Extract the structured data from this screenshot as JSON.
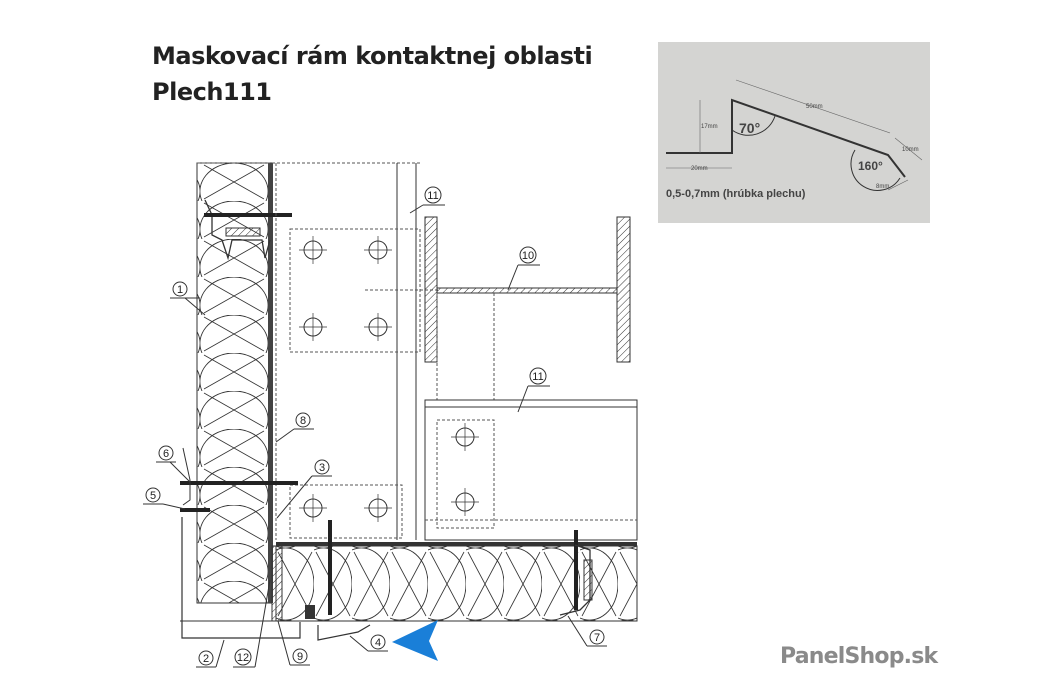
{
  "title": {
    "line1": "Maskovací rám kontaktnej oblasti",
    "line2": "Plech111"
  },
  "inset": {
    "dim_17": "17mm",
    "dim_20": "20mm",
    "dim_50": "50mm",
    "dim_10": "10mm",
    "dim_8": "8mm",
    "angle_70": "70°",
    "angle_160": "160°",
    "thickness": "0,5-0,7mm (hrúbka plechu)"
  },
  "callouts": {
    "c1": "1",
    "c2": "2",
    "c3": "3",
    "c4": "4",
    "c5": "5",
    "c6": "6",
    "c7": "7",
    "c8": "8",
    "c9": "9",
    "c10": "10",
    "c11a": "11",
    "c11b": "11",
    "c12": "12"
  },
  "logo": "PanelShop.sk",
  "colors": {
    "arrow": "#1a7fd8",
    "inset_bg": "#d4d4d2"
  }
}
